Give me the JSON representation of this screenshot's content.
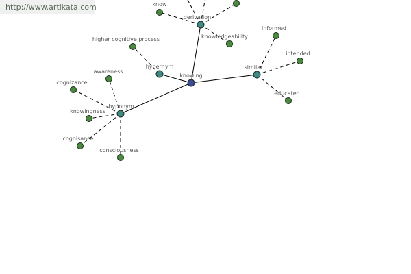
{
  "banner": {
    "url": "http://www.artikata.com"
  },
  "colors": {
    "center": "#3d4a9a",
    "hub": "#3f8a86",
    "leaf": "#4a8a3e",
    "edge": "#000000",
    "label": "#555555"
  },
  "graph": {
    "nodes": [
      {
        "id": "knowing",
        "label": "knowing",
        "kind": "center"
      },
      {
        "id": "derivation",
        "label": "derivation",
        "kind": "hub"
      },
      {
        "id": "hypernym",
        "label": "hypernym",
        "kind": "hub"
      },
      {
        "id": "similar",
        "label": "similar",
        "kind": "hub"
      },
      {
        "id": "hyponym",
        "label": "hyponym",
        "kind": "hub"
      },
      {
        "id": "know",
        "label": "know",
        "kind": "leaf"
      },
      {
        "id": "top-leaf",
        "label": "",
        "kind": "leaf"
      },
      {
        "id": "knowledgeability",
        "label": "knowledgeability",
        "kind": "leaf"
      },
      {
        "id": "higher-cognitive-process",
        "label": "higher cognitive process",
        "kind": "leaf"
      },
      {
        "id": "informed",
        "label": "informed",
        "kind": "leaf"
      },
      {
        "id": "intended",
        "label": "intended",
        "kind": "leaf"
      },
      {
        "id": "educated",
        "label": "educated",
        "kind": "leaf"
      },
      {
        "id": "awareness",
        "label": "awareness",
        "kind": "leaf"
      },
      {
        "id": "cognizance",
        "label": "cognizance",
        "kind": "leaf"
      },
      {
        "id": "knowingness",
        "label": "knowingness",
        "kind": "leaf"
      },
      {
        "id": "cognisance",
        "label": "cognisance",
        "kind": "leaf"
      },
      {
        "id": "consciousness",
        "label": "consciousness",
        "kind": "leaf"
      }
    ],
    "edges": [
      {
        "from": "knowing",
        "to": "derivation",
        "style": "solid"
      },
      {
        "from": "knowing",
        "to": "hypernym",
        "style": "solid"
      },
      {
        "from": "knowing",
        "to": "similar",
        "style": "solid"
      },
      {
        "from": "knowing",
        "to": "hyponym",
        "style": "solid"
      },
      {
        "from": "derivation",
        "to": "know",
        "style": "dashed"
      },
      {
        "from": "derivation",
        "to": "top-leaf",
        "style": "dashed"
      },
      {
        "from": "derivation",
        "to": "offscreen-a",
        "style": "dashed"
      },
      {
        "from": "derivation",
        "to": "offscreen-b",
        "style": "dashed"
      },
      {
        "from": "derivation",
        "to": "knowledgeability",
        "style": "dashed"
      },
      {
        "from": "hypernym",
        "to": "higher-cognitive-process",
        "style": "dashed"
      },
      {
        "from": "similar",
        "to": "informed",
        "style": "dashed"
      },
      {
        "from": "similar",
        "to": "intended",
        "style": "dashed"
      },
      {
        "from": "similar",
        "to": "educated",
        "style": "dashed"
      },
      {
        "from": "hyponym",
        "to": "awareness",
        "style": "dashed"
      },
      {
        "from": "hyponym",
        "to": "cognizance",
        "style": "dashed"
      },
      {
        "from": "hyponym",
        "to": "knowingness",
        "style": "dashed"
      },
      {
        "from": "hyponym",
        "to": "cognisance",
        "style": "dashed"
      },
      {
        "from": "hyponym",
        "to": "consciousness",
        "style": "dashed"
      }
    ]
  }
}
